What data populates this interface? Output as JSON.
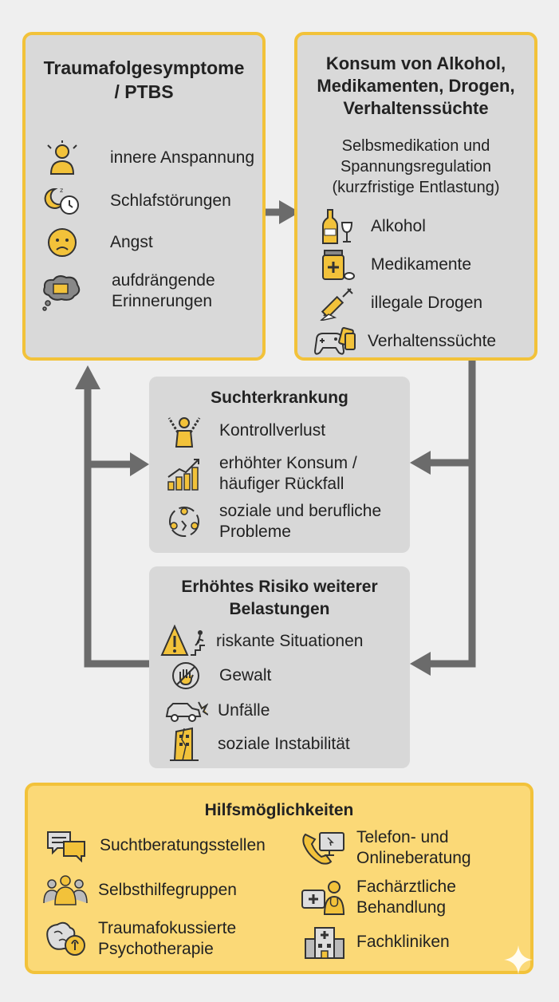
{
  "ptbs": {
    "title": "Traumafolgesymptome\n/ PTBS",
    "items": [
      {
        "label": "innere Anspannung",
        "icon": "person-tension-icon"
      },
      {
        "label": "Schlafstörungen",
        "icon": "moon-alarm-clock-icon"
      },
      {
        "label": "Angst",
        "icon": "anxious-face-icon"
      },
      {
        "label": "aufdrängende\nErinnerungen",
        "icon": "thought-cloud-film-icon"
      }
    ]
  },
  "konsum": {
    "title": "Konsum von Alkohol,\nMedikamenten, Drogen,\nVerhaltenssüchte",
    "subtitle": "Selbsmedikation und\nSpannungsregulation\n(kurzfristige Entlastung)",
    "items": [
      {
        "label": "Alkohol",
        "icon": "bottle-glass-icon"
      },
      {
        "label": "Medikamente",
        "icon": "pill-bottle-icon"
      },
      {
        "label": "illegale Drogen",
        "icon": "syringe-icon"
      },
      {
        "label": "Verhaltenssüchte",
        "icon": "gamepad-cards-icon"
      }
    ]
  },
  "sucht": {
    "title": "Suchterkrankung",
    "items": [
      {
        "label": "Kontrollverlust",
        "icon": "chained-person-icon"
      },
      {
        "label": "erhöhter Konsum /\nhäufiger Rückfall",
        "icon": "rising-bars-icon"
      },
      {
        "label": "soziale und berufliche\nProbleme",
        "icon": "broken-circle-people-icon"
      }
    ]
  },
  "risiko": {
    "title": "Erhöhtes Risiko weiterer\nBelastungen",
    "items": [
      {
        "label": "riskante Situationen",
        "icon": "warning-stairs-icon"
      },
      {
        "label": "Gewalt",
        "icon": "stop-hand-icon"
      },
      {
        "label": "Unfälle",
        "icon": "car-crash-icon"
      },
      {
        "label": "soziale Instabilität",
        "icon": "cracked-building-icon"
      }
    ]
  },
  "hilfe": {
    "title": "Hilfsmöglichkeiten",
    "left": [
      {
        "label": "Suchtberatungsstellen",
        "icon": "chat-bubbles-icon"
      },
      {
        "label": "Selbsthilfegruppen",
        "icon": "group-people-icon"
      },
      {
        "label": "Traumafokussierte\nPsychotherapie",
        "icon": "brain-head-icon"
      }
    ],
    "right": [
      {
        "label": "Telefon- und\nOnlineberatung",
        "icon": "phone-monitor-icon"
      },
      {
        "label": "Fachärztliche\nBehandlung",
        "icon": "doctor-kit-icon"
      },
      {
        "label": "Fachkliniken",
        "icon": "hospital-icon"
      }
    ]
  },
  "colors": {
    "accent": "#f2c23a",
    "box": "#d9d9d9",
    "help": "#fbd977",
    "arrow": "#6b6b6b",
    "icon": "#f2c23a"
  }
}
